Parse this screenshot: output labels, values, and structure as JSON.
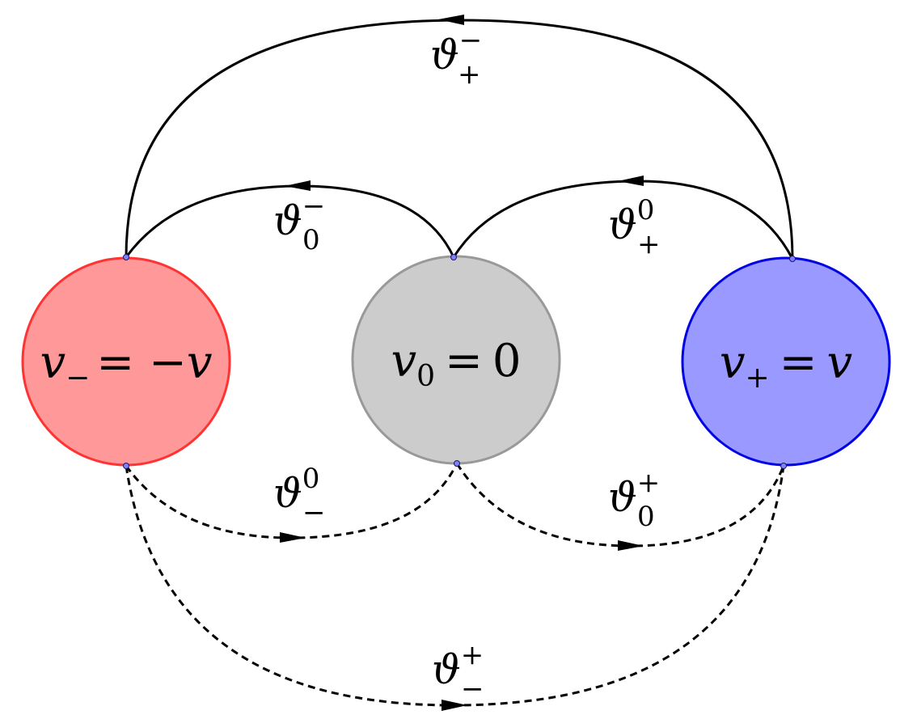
{
  "nodes": {
    "minus": {
      "var": "v",
      "sub": "−",
      "eq": "= −",
      "rhs": "v",
      "fill": "#ff9898",
      "stroke": "#ff3333"
    },
    "zero": {
      "var": "v",
      "sub": "0",
      "eq": "=",
      "rhs": "0",
      "fill": "#cccccc",
      "stroke": "#999999"
    },
    "plus": {
      "var": "v",
      "sub": "+",
      "eq": "=",
      "rhs": "v",
      "fill": "#9999ff",
      "stroke": "#0000e6"
    }
  },
  "edges": {
    "plus_to_minus": {
      "sym": "ϑ",
      "sup": "−",
      "sub": "+",
      "style": "solid"
    },
    "zero_to_minus": {
      "sym": "ϑ",
      "sup": "−",
      "sub": "0",
      "style": "solid"
    },
    "plus_to_zero": {
      "sym": "ϑ",
      "sup": "0",
      "sub": "+",
      "style": "solid"
    },
    "minus_to_zero": {
      "sym": "ϑ",
      "sup": "0",
      "sub": "−",
      "style": "dashed"
    },
    "zero_to_plus": {
      "sym": "ϑ",
      "sup": "+",
      "sub": "0",
      "style": "dashed"
    },
    "minus_to_plus": {
      "sym": "ϑ",
      "sup": "+",
      "sub": "−",
      "style": "dashed"
    }
  },
  "colors": {
    "line": "#000000",
    "anchor_dot": "#7f7fff"
  }
}
